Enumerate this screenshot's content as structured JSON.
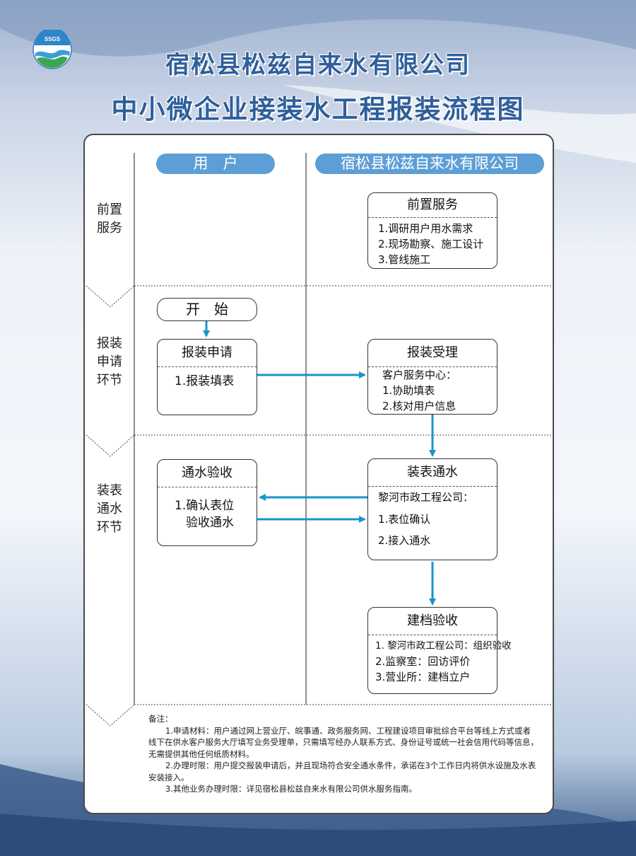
{
  "logo": {
    "text": "SSGS"
  },
  "title": {
    "line1": "宿松县松兹自来水有限公司",
    "line2": "中小微企业接装水工程报装流程图"
  },
  "columns": {
    "user": "用　户",
    "company": "宿松县松兹自来水有限公司"
  },
  "stages": {
    "pre": [
      "前置",
      "服务"
    ],
    "apply": [
      "报装",
      "申请",
      "环节"
    ],
    "install": [
      "装表",
      "通水",
      "环节"
    ]
  },
  "boxes": {
    "pre_service": {
      "title": "前置服务",
      "lines": [
        "1.调研用户用水需求",
        "2.现场勘察、施工设计",
        "3.管线施工"
      ]
    },
    "start": {
      "title": "开　始"
    },
    "apply": {
      "title": "报装申请",
      "lines": [
        "1.报装填表"
      ]
    },
    "accept": {
      "title": "报装受理",
      "lines": [
        "客户服务中心：",
        "1.协助填表",
        "2.核对用户信息"
      ]
    },
    "check": {
      "title": "通水验收",
      "lines": [
        "1.确认表位",
        "验收通水"
      ]
    },
    "install": {
      "title": "装表通水",
      "lines": [
        "黎河市政工程公司：",
        "1.表位确认",
        "2.接入通水"
      ]
    },
    "archive": {
      "title": "建档验收",
      "lines": [
        "1. 黎河市政工程公司：组织验收",
        "2.监察室：回访评价",
        "3.营业所：建档立户"
      ]
    }
  },
  "notes": {
    "heading": "备注：",
    "items": [
      "1.申请材料：用户通过网上营业厅、皖事通、政务服务网、工程建设项目审批综合平台等线上方式或者线下在供水客户服务大厅填写业务受理单，只需填写经办人联系方式、身份证号或统一社会信用代码等信息，无需提供其他任何纸质材料。",
      "2.办理时限：用户提交报装申请后，并且现场符合安全通水条件，承诺在3个工作日内将供水设施及水表安装接入。",
      "3.其他业务办理时限：详见宿松县松兹自来水有限公司供水服务指南。"
    ]
  },
  "colors": {
    "accent": "#5e9ed6",
    "arrow": "#1597c9",
    "title": "#2f5f9b"
  }
}
